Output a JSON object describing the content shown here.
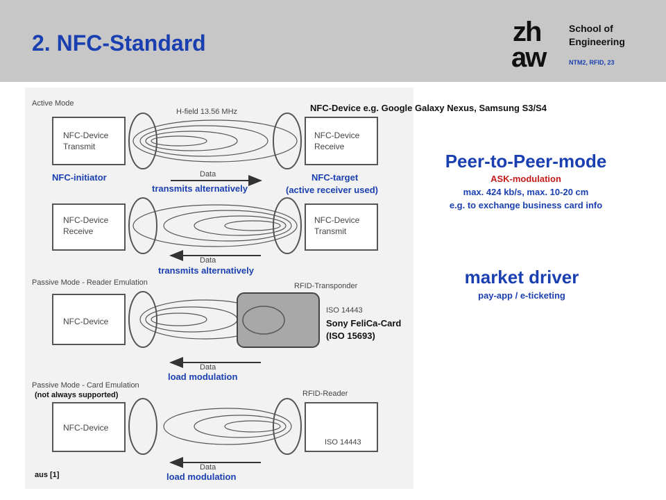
{
  "header": {
    "title": "2. NFC-Standard",
    "school_line1": "School of",
    "school_line2": "Engineering",
    "slide_ref": "NTM2, RFID, 23",
    "logo_top": "zh",
    "logo_bottom": "aw"
  },
  "figure": {
    "active_mode": "Active Mode",
    "hfield": "H-field 13.56 MHz",
    "nfc_device": "NFC-Device",
    "transmit": "Transmit",
    "receive": "Receive",
    "data": "Data",
    "passive_reader": "Passive Mode - Reader Emulation",
    "rfid_transponder": "RFID-Transponder",
    "iso14443": "ISO 14443",
    "passive_card": "Passive Mode - Card Emulation",
    "rfid_reader": "RFID-Reader"
  },
  "annotations": {
    "device_example": "NFC-Device e.g. Google Galaxy Nexus, Samsung S3/S4",
    "nfc_initiator": "NFC-initiator",
    "nfc_target": "NFC-target",
    "active_receiver": "(active receiver used)",
    "transmits_alt_1": "transmits alternatively",
    "transmits_alt_2": "transmits alternatively",
    "sony_card": "Sony FeliCa-Card",
    "iso15693": "(ISO 15693)",
    "load_mod_1": "load modulation",
    "not_supported": "(not always supported)",
    "load_mod_2": "load modulation",
    "source": "aus [1]"
  },
  "right": {
    "p2p_title": "Peer-to-Peer-mode",
    "ask": "ASK-modulation",
    "speed": "max. 424 kb/s, max. 10-20 cm",
    "usecase": "e.g. to exchange business card info",
    "market_title": "market driver",
    "market_sub": "pay-app / e-ticketing"
  },
  "colors": {
    "accent_blue": "#1a3fb0",
    "red": "#c41a1a",
    "header_gray": "#c7c7c7"
  }
}
